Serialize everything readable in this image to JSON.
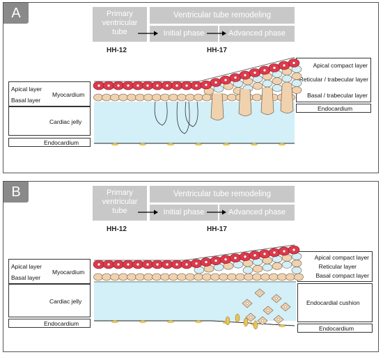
{
  "panels": [
    {
      "letter": "A",
      "header": {
        "primary": [
          "Primary",
          "ventricular",
          "tube"
        ],
        "remodeling": "Ventricular tube remodeling",
        "initial": "Initial phase",
        "advanced": "Advanced phase"
      },
      "stages": [
        "HH-12",
        "HH-17"
      ],
      "left_labels": {
        "apical": "Apical layer",
        "basal": "Basal layer",
        "myocardium": "Myocardium",
        "jelly": "Cardiac jelly",
        "endocardium": "Endocardium"
      },
      "right_labels": {
        "line1": "Apical compact layer",
        "line2": "Reticular / trabecular layer",
        "line3": "Basal / trabecular layer",
        "bottom": "Endocardium"
      }
    },
    {
      "letter": "B",
      "header": {
        "primary": [
          "Primary",
          "ventricular",
          "tube"
        ],
        "remodeling": "Ventricular tube remodeling",
        "initial": "Initial phase",
        "advanced": "Advanced phase"
      },
      "stages": [
        "HH-12",
        "HH-17"
      ],
      "left_labels": {
        "apical": "Apical layer",
        "basal": "Basal layer",
        "myocardium": "Myocardium",
        "jelly": "Cardiac jelly",
        "endocardium": "Endocardium"
      },
      "right_labels": {
        "line1": "Apical compact layer",
        "line2": "Reticular layer",
        "line3": "Basal compact layer",
        "middle": "Endocardial cushion",
        "bottom": "Endocardium"
      }
    }
  ],
  "colors": {
    "apical_cell": "#e0384b",
    "basal_cell": "#f1d2ae",
    "jelly": "#d3eff7",
    "endothelial": "#e7c55a",
    "header": "#c8c8c8",
    "tag": "#8a8a8a"
  }
}
